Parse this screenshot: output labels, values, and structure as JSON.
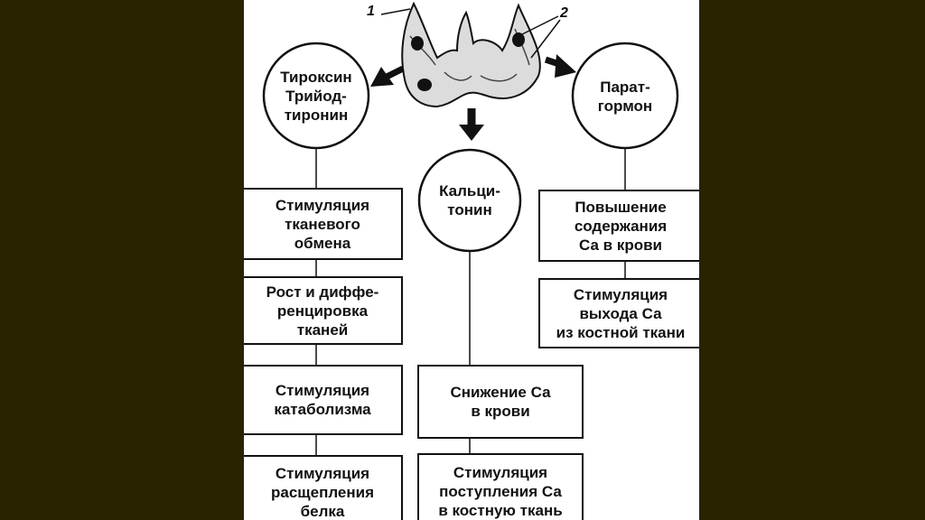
{
  "colors": {
    "background": "#292400",
    "slide": "#ffffff",
    "ink": "#111111"
  },
  "gland": {
    "label_1": "1",
    "label_2": "2"
  },
  "hormones": {
    "thyroxine": {
      "lines": [
        "Тироксин",
        "Трийод-",
        "тиронин"
      ]
    },
    "calcitonin": {
      "lines": [
        "Кальци-",
        "тонин"
      ]
    },
    "parathormone": {
      "lines": [
        "Парат-",
        "гормон"
      ]
    }
  },
  "effects": {
    "thyroxine": [
      {
        "lines": [
          "Стимуляция",
          "тканевого",
          "обмена"
        ]
      },
      {
        "lines": [
          "Рост и диффе-",
          "ренцировка",
          "тканей"
        ]
      },
      {
        "lines": [
          "Стимуляция",
          "катаболизма"
        ]
      },
      {
        "lines": [
          "Стимуляция",
          "расщепления",
          "белка"
        ]
      }
    ],
    "calcitonin": [
      {
        "lines": [
          "Снижение Са",
          "в крови"
        ]
      },
      {
        "lines": [
          "Стимуляция",
          "поступления Са",
          "в костную ткань"
        ]
      }
    ],
    "parathormone": [
      {
        "lines": [
          "Повышение",
          "содержания",
          "Са в крови"
        ]
      },
      {
        "lines": [
          "Стимуляция",
          "выхода Са",
          "из костной ткани"
        ]
      }
    ]
  }
}
